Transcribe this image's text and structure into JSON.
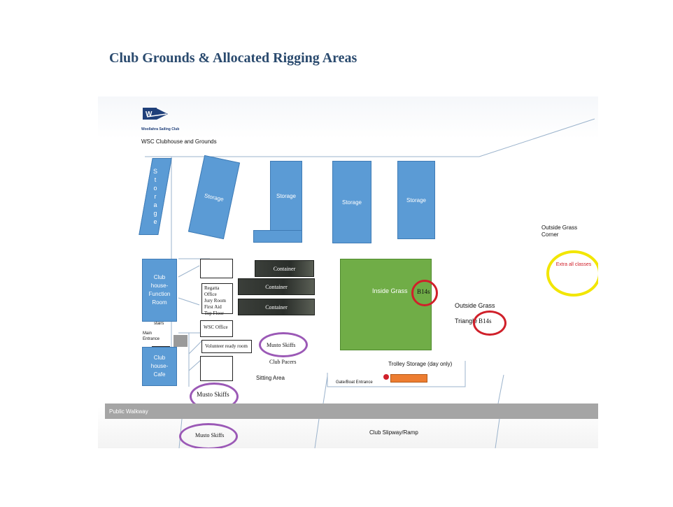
{
  "title": "Club Grounds & Allocated Rigging Areas",
  "map": {
    "logo": {
      "text": "Woollahra Sailing Club",
      "letter": "W"
    },
    "heading": "WSC Clubhouse and Grounds",
    "storage": {
      "vertical_letters": [
        "S",
        "t",
        "o",
        "r",
        "a",
        "g",
        "e"
      ],
      "labels": [
        "Storage",
        "Storage",
        "Storage",
        "Storage"
      ]
    },
    "clubhouse_function": "Club house- Function Room",
    "clubhouse_cafe": "Club house- Cafe",
    "stairs": "stairs",
    "main_entrance": "Main Entrance",
    "regatta_office": [
      "Regatta Office",
      "Jury Room",
      "First Aid",
      "Top Floor"
    ],
    "wsc_office": "WSC Office",
    "volunteer_room": "Volunteer ready room",
    "containers": [
      "Container",
      "Container",
      "Container"
    ],
    "inside_grass": "Inside Grass",
    "b14s_inside": "B14s",
    "outside_grass": "Outside Grass",
    "triangle": "Triangle",
    "b14s_triangle": "B14s",
    "outside_grass_corner": "Outside Grass Corner",
    "extra_all_classes": "Extra all classes",
    "musto_skiffs_top": "Musto Skiffs",
    "club_pacers": "Club Pacers",
    "musto_skiffs_mid": "Musto Skiffs",
    "musto_skiffs_bottom": "Musto Skiffs",
    "sitting_area": "Sitting Area",
    "trolley_storage": "Trolley Storage (day only)",
    "gate_boat_entrance": "Gate/Boat Entrance",
    "public_walkway": "Public Walkway",
    "club_slipway": "Club Slipway/Ramp"
  },
  "colors": {
    "storage_blue": "#5b9bd5",
    "grass_green": "#70ad47",
    "highlight_red": "#d0202a",
    "highlight_purple": "#9b59b6",
    "highlight_yellow": "#f2e600",
    "trolley_orange": "#ed7d31",
    "walkway_grey": "#a5a5a5"
  }
}
